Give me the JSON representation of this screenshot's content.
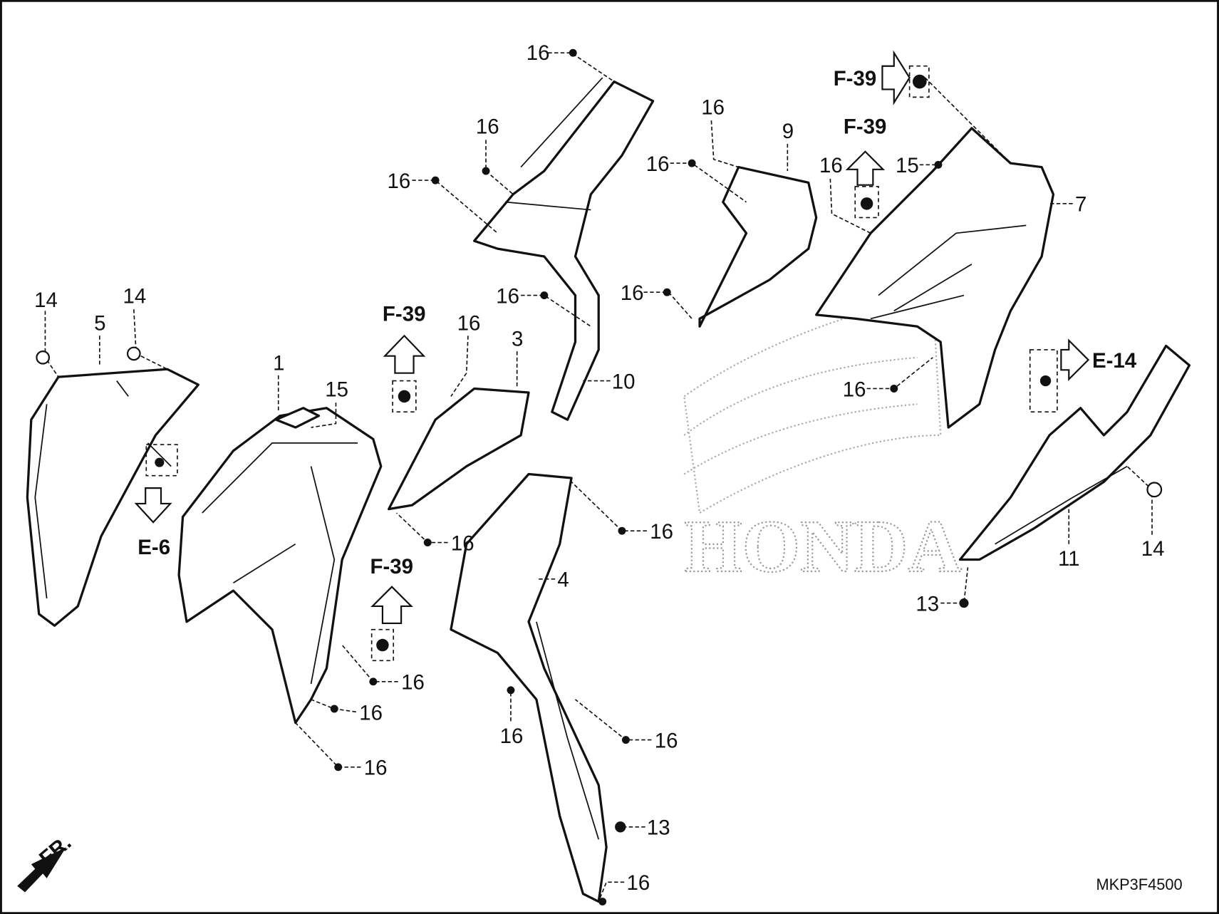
{
  "diagram": {
    "diagram_code": "MKP3F4500",
    "watermark": "HONDA",
    "front_indicator": "FR.",
    "part_labels": [
      "16",
      "16",
      "16",
      "16",
      "16",
      "9",
      "16",
      "15",
      "7",
      "14",
      "14",
      "5",
      "1",
      "15",
      "16",
      "3",
      "16",
      "16",
      "10",
      "16",
      "11",
      "14",
      "13",
      "16",
      "16",
      "4",
      "16",
      "16",
      "16",
      "16",
      "16",
      "13",
      "16"
    ],
    "references": [
      "F-39",
      "F-39",
      "F-39",
      "F-39",
      "E-14",
      "E-6"
    ]
  }
}
